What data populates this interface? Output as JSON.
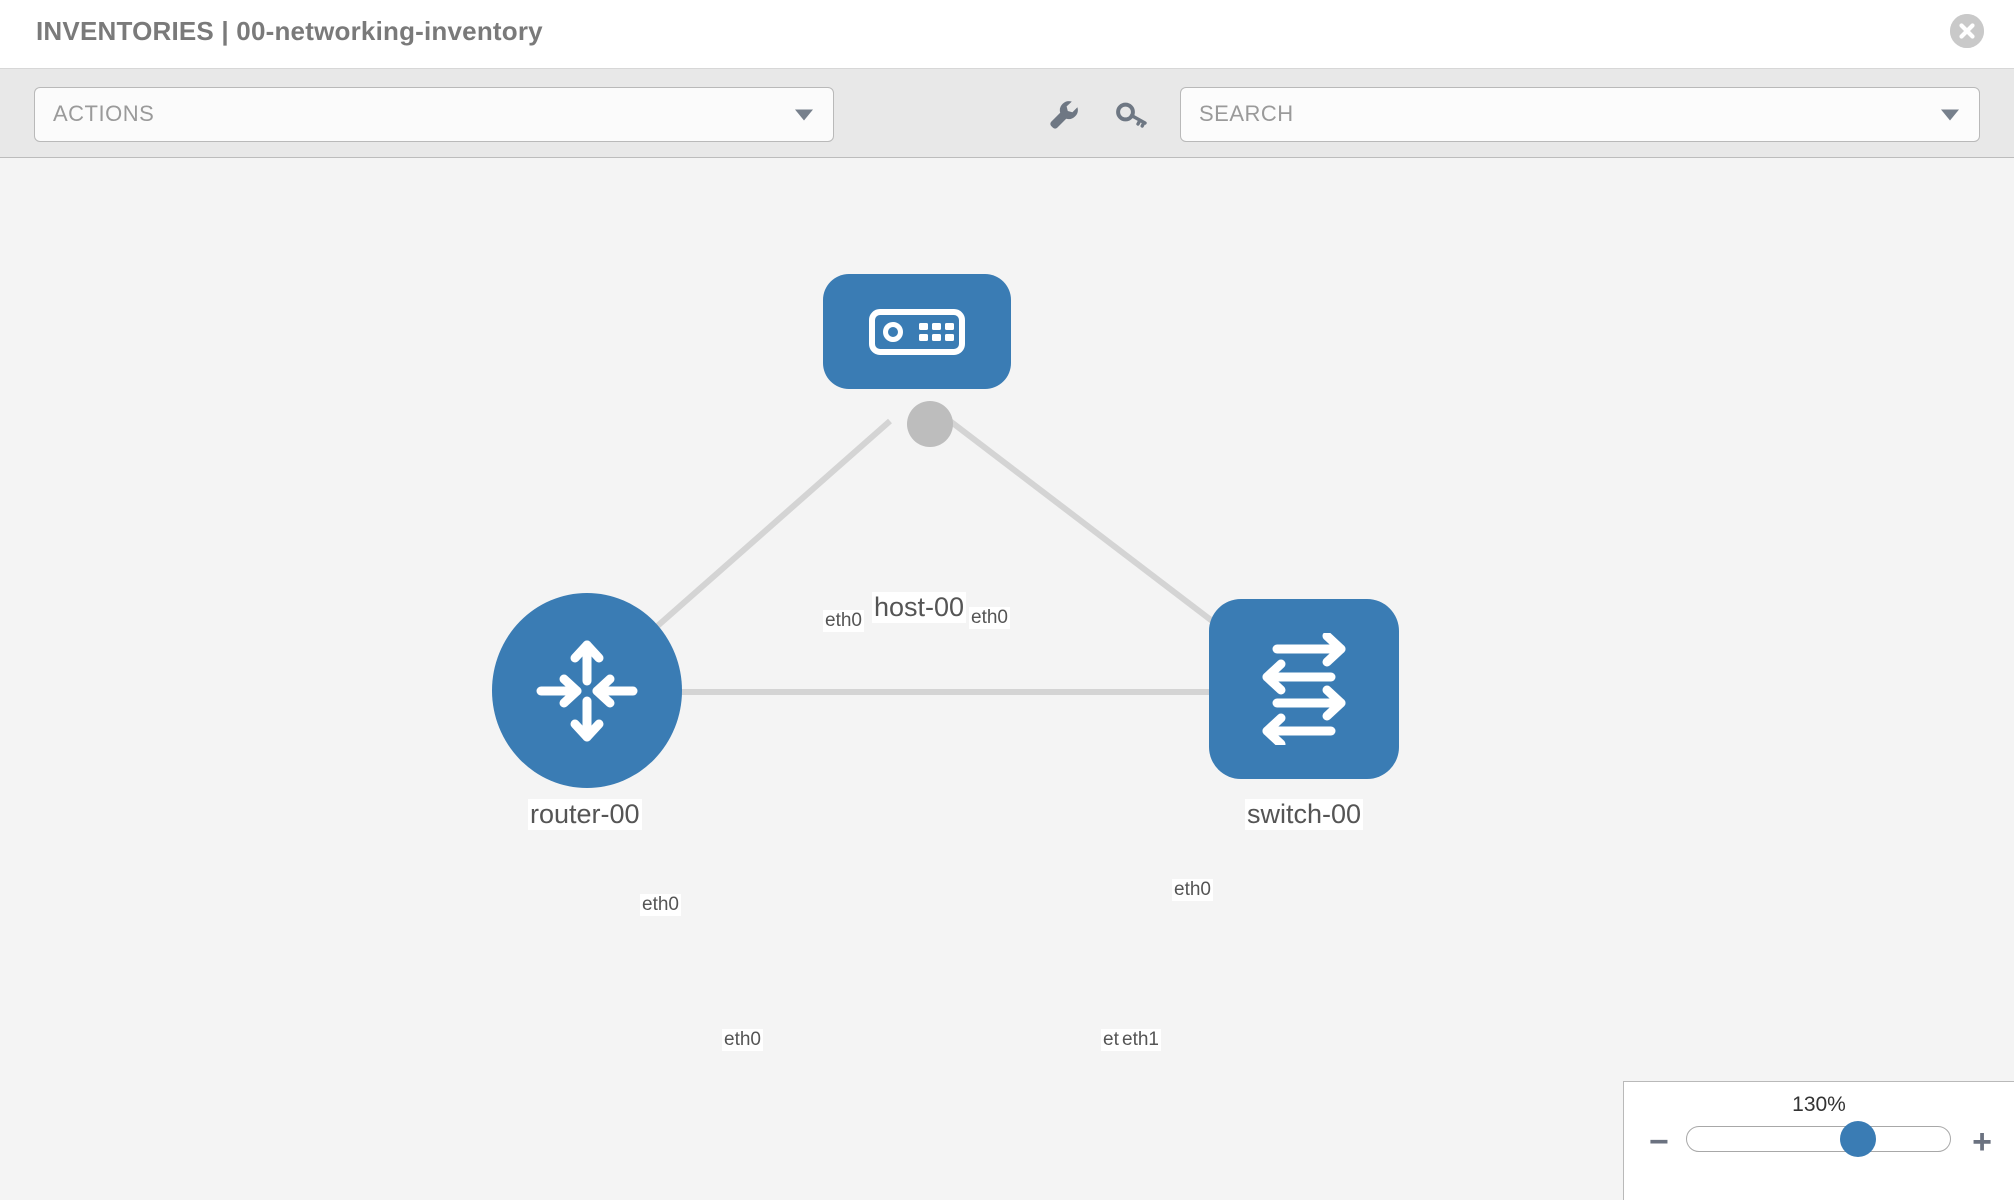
{
  "header": {
    "title": "INVENTORIES | 00-networking-inventory",
    "close_icon": "close-circle-icon"
  },
  "toolbar": {
    "actions_label": "ACTIONS",
    "actions_caret_icon": "chevron-down-icon",
    "wrench_icon": "wrench-icon",
    "key_icon": "key-icon",
    "search_placeholder": "SEARCH",
    "search_value": "",
    "search_caret_icon": "chevron-down-icon"
  },
  "topology": {
    "nodes": [
      {
        "id": "host-00",
        "label": "host-00",
        "type": "host",
        "icon": "server-icon",
        "shape": "rounded-rect",
        "color": "#3a7cb4"
      },
      {
        "id": "router-00",
        "label": "router-00",
        "type": "router",
        "icon": "router-arrows-icon",
        "shape": "circle",
        "color": "#3a7cb4"
      },
      {
        "id": "switch-00",
        "label": "switch-00",
        "type": "switch",
        "icon": "switch-arrows-icon",
        "shape": "rounded-square",
        "color": "#3a7cb4"
      }
    ],
    "links": [
      {
        "from": "host-00",
        "to": "router-00",
        "from_iface": "eth0",
        "to_iface": "eth0"
      },
      {
        "from": "host-00",
        "to": "switch-00",
        "from_iface": "eth0",
        "to_iface": "eth0"
      },
      {
        "from": "router-00",
        "to": "switch-00",
        "from_iface": "eth0",
        "to_iface": "eth1",
        "to_iface_overlap": "eth"
      }
    ],
    "interface_labels": {
      "host_left": "eth0",
      "host_right": "eth0",
      "router_up": "eth0",
      "switch_up": "eth0",
      "router_right": "eth0",
      "switch_left_overlap": "eth",
      "switch_left": "eth1"
    }
  },
  "zoom_control": {
    "value_label": "130%",
    "minus_label": "−",
    "plus_label": "+",
    "slider_position_percent": 58
  },
  "colors": {
    "node_blue": "#3a7cb4",
    "link_gray": "#d2d2d2",
    "iface_gray": "#bdbdbd",
    "canvas_bg": "#f4f4f4",
    "toolbar_bg": "#e8e8e8",
    "title_gray": "#7a7a7a"
  }
}
